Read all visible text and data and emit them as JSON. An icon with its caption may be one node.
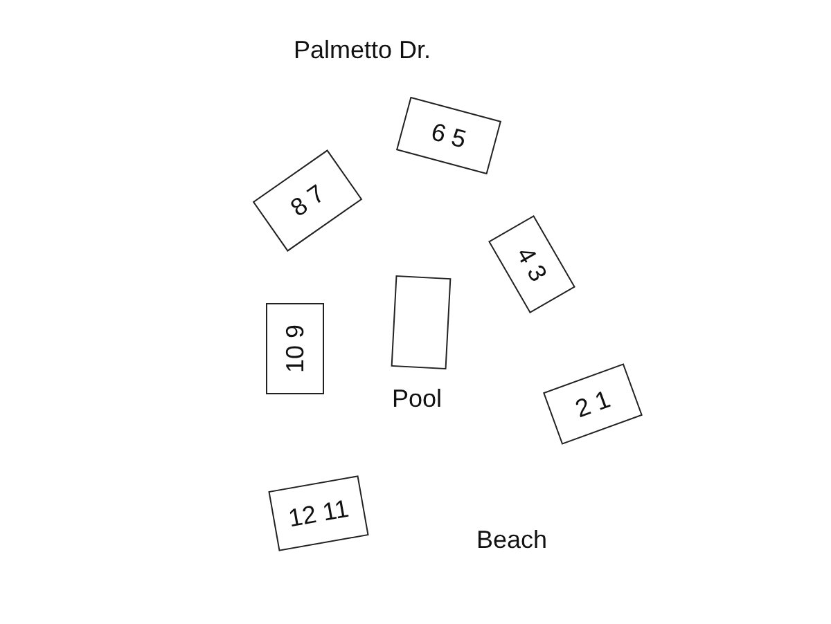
{
  "diagram": {
    "nodes": [
      {
        "text": [
          "6 5"
        ]
      },
      {
        "text": [
          "8 7"
        ]
      },
      {
        "text": [
          "4 3"
        ]
      },
      {
        "text": [
          "10 9"
        ]
      },
      {
        "text": [],
        "shape": "box",
        "beside": [
          "Pool"
        ]
      },
      {
        "text": [
          "2 1"
        ]
      },
      {
        "text": [
          "12 11"
        ]
      }
    ],
    "labels": [
      "Palmetto Dr.",
      "Beach"
    ]
  }
}
